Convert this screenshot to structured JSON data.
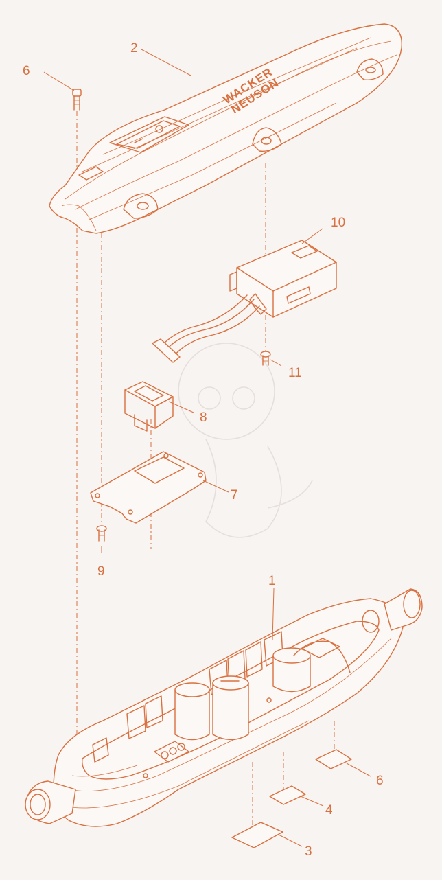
{
  "diagram": {
    "logo_line1": "WACKER",
    "logo_line2": "NEUSON",
    "callouts": [
      {
        "id": "c1",
        "label": "1"
      },
      {
        "id": "c2",
        "label": "2"
      },
      {
        "id": "c3",
        "label": "3"
      },
      {
        "id": "c4",
        "label": "4"
      },
      {
        "id": "c6a",
        "label": "6"
      },
      {
        "id": "c6b",
        "label": "6"
      },
      {
        "id": "c7",
        "label": "7"
      },
      {
        "id": "c8",
        "label": "8"
      },
      {
        "id": "c9",
        "label": "9"
      },
      {
        "id": "c10",
        "label": "10"
      },
      {
        "id": "c11",
        "label": "11"
      }
    ]
  },
  "colors": {
    "line": "#d9703f",
    "background": "#f7f4f2"
  }
}
